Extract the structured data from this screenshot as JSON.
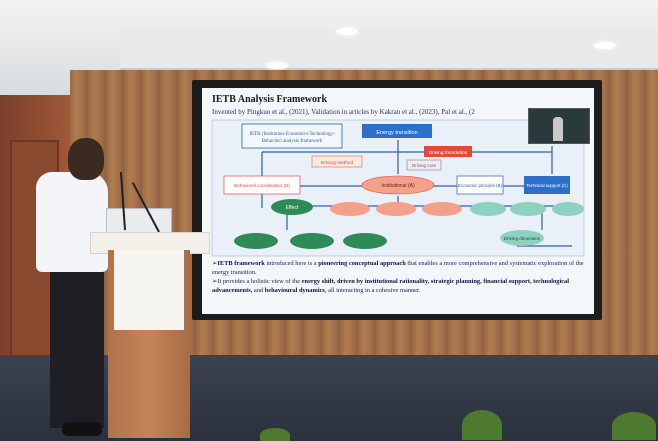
{
  "slide": {
    "title": "IETB Analysis Framework",
    "subtitle": "Invented by Pingkuo et al., (2021), Validation in articles by Kakran et al., (2023), Pal et al., (2",
    "diagram_nodes": {
      "framework": "IETB (Institution-Economics-Technology-Behavior) analysis framework",
      "energy_transition": "Energy transition",
      "driving_foundation": "Driving foundation",
      "driving_method": "Driving method",
      "driving_core": "Driving core",
      "behavioral": "Behavioral coordination (D)",
      "institutional": "Institutional (A)",
      "economic": "Economic principle (B)",
      "technical": "Technical support (C)",
      "effect": "Effect",
      "driving_dimension": "Driving dimension"
    },
    "body": {
      "line1_prefix": "➢",
      "line1_bold": "IETB framework",
      "line1_mid": " introduced here is a ",
      "line1_bold2": "pioneering conceptual approach",
      "line1_rest": " that enables a more comprehensive and systematic exploration of the energy transition.",
      "line2_prefix": "➢",
      "line2_a": "It provides a holistic view of the ",
      "line2_b": "energy shift, driven by institutional rationality, strategic planning, financial support, technological advancements,",
      "line2_c": " and ",
      "line2_d": "behavioural dynamics",
      "line2_e": ", all interacting in a cohesive manner."
    }
  },
  "colors": {
    "wood": "#a5714a",
    "screen_bg": "#f4f7fa",
    "node_green": "#2e8b57",
    "node_salmon": "#f4a08a",
    "node_blue": "#2c6fc9",
    "node_teal": "#8fd1c0",
    "node_red": "#e04a3a"
  }
}
